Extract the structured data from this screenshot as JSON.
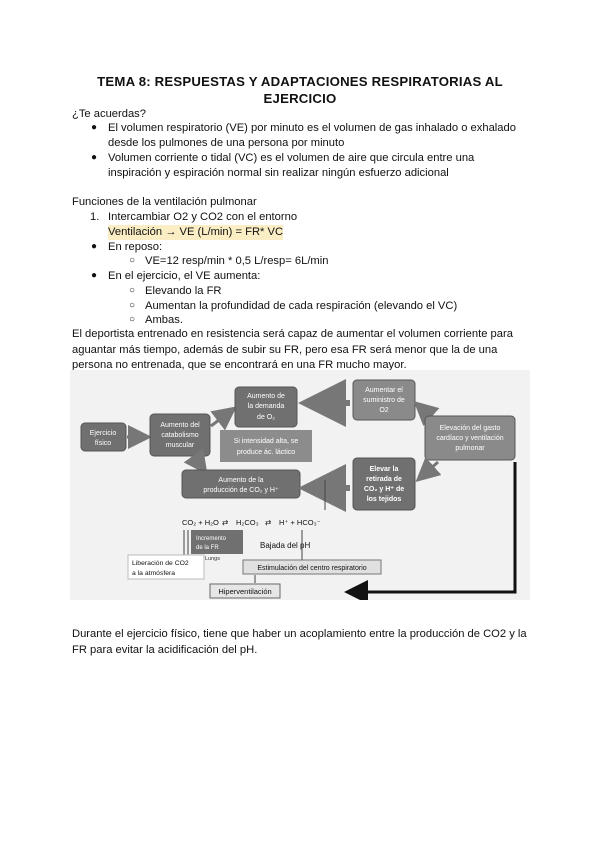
{
  "title_line1": "TEMA 8: RESPUESTAS Y ADAPTACIONES RESPIRATORIAS AL",
  "title_line2": "EJERCICIO",
  "recall_heading": "¿Te acuerdas?",
  "recall_items": [
    {
      "line1": "El volumen respiratorio (VE) por minuto es el volumen de gas inhalado o exhalado",
      "line2": "desde los pulmones de una persona por minuto"
    },
    {
      "line1": "Volumen corriente o tidal (VC) es el volumen de aire que circula entre una",
      "line2": "inspiración y espiración normal sin realizar ningún esfuerzo adicional"
    }
  ],
  "functions_heading": "Funciones de la ventilación pulmonar",
  "num_item_marker": "1.",
  "num_item": "Intercambiar O2 y CO2 con el entorno",
  "formula": "Ventilación → VE (L/min) = FR* VC",
  "rest_label": "En reposo:",
  "rest_value": "VE=12 resp/min * 0,5 L/resp= 6L/min",
  "exercise_label": "En el ejercicio, el VE aumenta:",
  "exercise_items": [
    "Elevando la FR",
    "Aumentan la profundidad de cada respiración (elevando el VC)",
    "Ambas."
  ],
  "paragraph1": "El deportista entrenado en resistencia será capaz de aumentar el volumen corriente para aguantar más tiempo, además de subir su FR, pero esa FR será menor que la de una persona no entrenada, que se encontrará en una FR mucho mayor.",
  "diagram": {
    "ejercicio": [
      "Ejercicio",
      "físico"
    ],
    "catabolismo": [
      "Aumento del",
      "catabolismo",
      "muscular"
    ],
    "demanda": [
      "Aumento de",
      "la demanda",
      "de O₂"
    ],
    "suministro": [
      "Aumentar el",
      "suministro de",
      "O2"
    ],
    "gasto": [
      "Elevación del gasto",
      "cardíaco y ventilación",
      "pulmonar"
    ],
    "lactico": [
      "Si intensidad alta, se",
      "produce ác. láctico"
    ],
    "retirada": [
      "Elevar la",
      "retirada de",
      "CO₂ y H⁺ de",
      "los tejidos"
    ],
    "produccion": [
      "Aumento de la",
      "producción de CO₂ y H⁺"
    ],
    "equation_left": "CO₂ + H₂O",
    "equation_mid": "H₂CO₃",
    "equation_right": "H⁺ + HCO₃⁻",
    "incremento": [
      "Incremento",
      "de la FR"
    ],
    "bajada": "Bajada del pH",
    "liberacion": [
      "Liberación de CO2",
      "a la atmósfera"
    ],
    "pulmon": "Lungs",
    "estimulacion": "Estimulación del centro respiratorio",
    "hiperventilacion": "Hiperventilación"
  },
  "paragraph2": "Durante el ejercicio físico, tiene que haber un acoplamiento entre la producción de CO2 y la FR para evitar la acidificación del pH."
}
